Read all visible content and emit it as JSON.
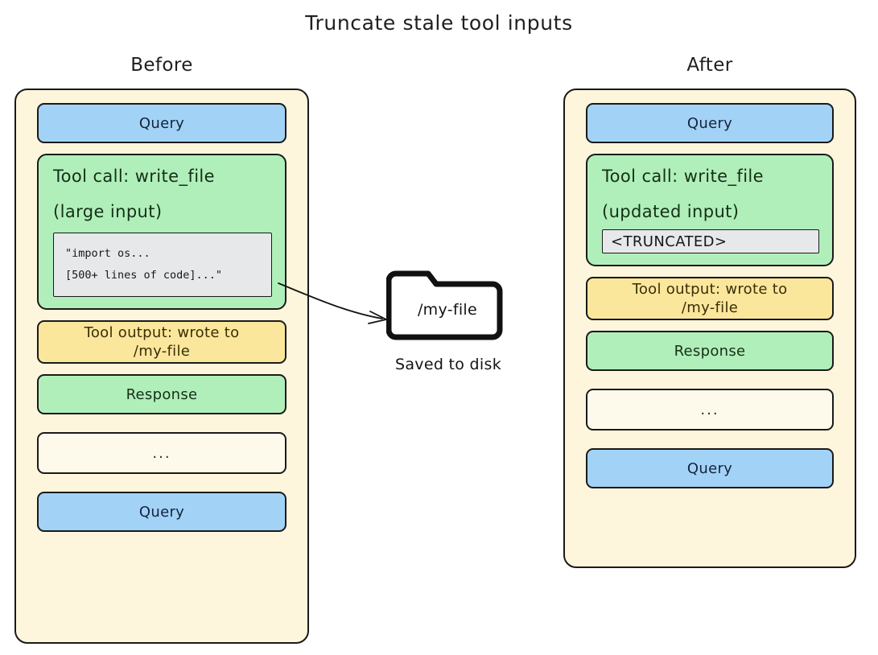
{
  "title": "Truncate stale tool inputs",
  "columns": {
    "before": {
      "heading": "Before",
      "items": [
        {
          "kind": "query",
          "label": "Query"
        },
        {
          "kind": "tool-call",
          "line1": "Tool call: write_file",
          "line2": "(large input)",
          "code_lines": [
            "\"import os...",
            "[500+ lines of code]...\""
          ]
        },
        {
          "kind": "tool-output",
          "label": "Tool output: wrote to /my-file"
        },
        {
          "kind": "response",
          "label": "Response"
        },
        {
          "kind": "ellipsis",
          "label": "..."
        },
        {
          "kind": "query",
          "label": "Query"
        }
      ]
    },
    "after": {
      "heading": "After",
      "items": [
        {
          "kind": "query",
          "label": "Query"
        },
        {
          "kind": "tool-call",
          "line1": "Tool call: write_file",
          "line2": "(updated input)",
          "truncated_label": "<TRUNCATED>"
        },
        {
          "kind": "tool-output",
          "label": "Tool output: wrote to /my-file"
        },
        {
          "kind": "response",
          "label": "Response"
        },
        {
          "kind": "ellipsis",
          "label": "..."
        },
        {
          "kind": "query",
          "label": "Query"
        }
      ]
    }
  },
  "disk": {
    "icon": "folder-icon",
    "file_name": "/my-file",
    "caption": "Saved to disk"
  },
  "arrow": {
    "icon": "curved-arrow-icon",
    "from": "before-tool-call-code-block",
    "to": "disk-folder"
  },
  "colors": {
    "query": "#a2d3f7",
    "tool_call": "#b1efba",
    "response": "#b1efba",
    "tool_output": "#fbe79c",
    "container": "#fdf6dc",
    "ellipsis": "#fdfaec",
    "code_block": "#e6e8ea",
    "stroke": "#1a1a1a",
    "background": "#ffffff"
  }
}
